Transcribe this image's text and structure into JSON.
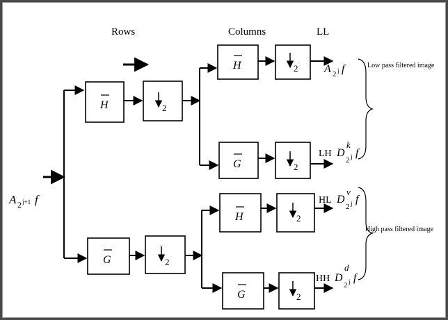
{
  "headers": {
    "rows": "Rows",
    "columns": "Columns",
    "ll": "LL"
  },
  "input_label": {
    "base": "A",
    "sub": "2",
    "sup_sub": "j+1",
    "func": "f"
  },
  "filters": {
    "h": "H",
    "g": "G",
    "down_sub": "2"
  },
  "outputs": [
    {
      "band": "",
      "base": "A",
      "sub": "2",
      "subsub": "j",
      "sup": "",
      "func": "f"
    },
    {
      "band": "LH",
      "base": "D",
      "sub": "2",
      "subsub": "j",
      "sup": "k",
      "func": "f"
    },
    {
      "band": "HL",
      "base": "D",
      "sub": "2",
      "subsub": "j",
      "sup": "v",
      "func": "f"
    },
    {
      "band": "HH",
      "base": "D",
      "sub": "2",
      "subsub": "j",
      "sup": "d",
      "func": "f"
    }
  ],
  "annotations": {
    "low": "Low pass filtered image",
    "high": "High pass filtered image"
  }
}
